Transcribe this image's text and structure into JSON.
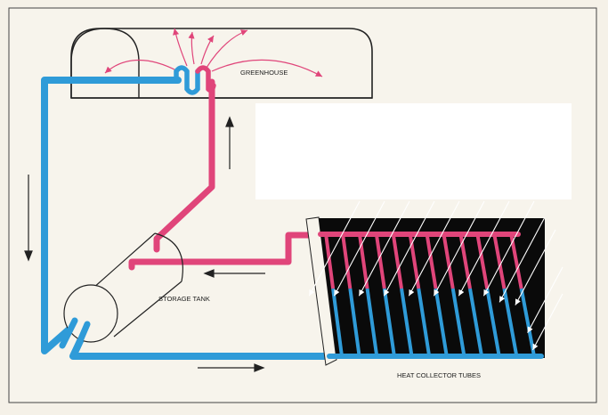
{
  "labels": {
    "greenhouse": "GREENHOUSE",
    "storage_tank": "STORAGE TANK",
    "collector": "HEAT COLLECTOR TUBES"
  },
  "colors": {
    "hot": "#e0457a",
    "cold": "#2f9bd8",
    "ink": "#222222",
    "panel": "#0a0a0a",
    "paper": "#f7f4ec",
    "blank": "#ffffff"
  },
  "collector": {
    "tube_count": 12,
    "hot_fraction": 0.45
  }
}
